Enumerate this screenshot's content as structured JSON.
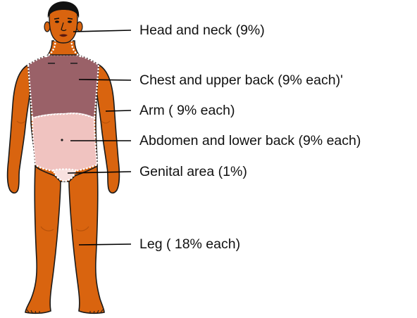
{
  "colors": {
    "skin": "#d9640f",
    "skin_dark": "#b8520a",
    "outline": "#1a1a1a",
    "hair": "#111111",
    "chest_region": "#9a6168",
    "abdomen_region": "#f0c3c0",
    "genital_region": "#f8e1df",
    "region_dots": "#ffffff",
    "leader_line": "#000000"
  },
  "figure": {
    "description_icon": "human-body-front-icon"
  },
  "labels": {
    "head_neck": "Head and neck (9%)",
    "chest_back": "Chest and upper back (9% each)'",
    "arm": "Arm ( 9% each)",
    "abdomen_back": "Abdomen and lower back (9% each)",
    "genital": "Genital area (1%)",
    "leg": "Leg ( 18% each)"
  }
}
